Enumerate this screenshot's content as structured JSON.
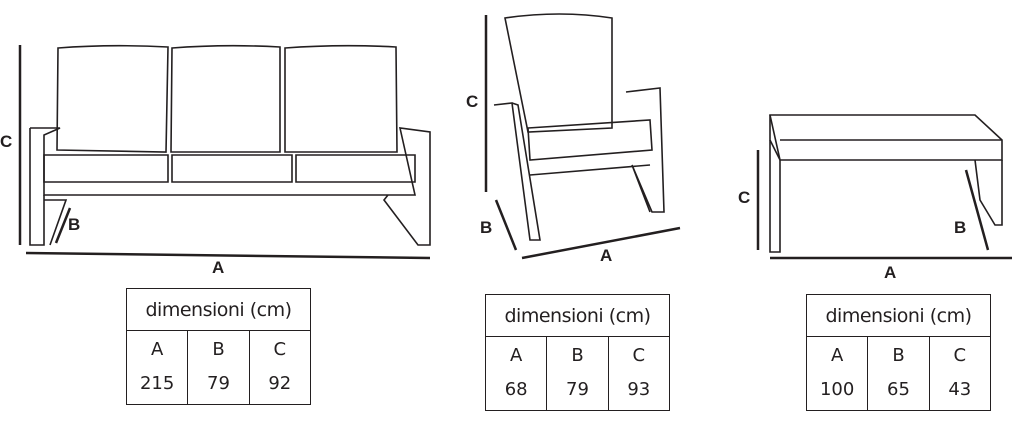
{
  "items": [
    {
      "name": "sofa",
      "labels": {
        "a": "A",
        "b": "B",
        "c": "C"
      },
      "table": {
        "title": "dimensioni (cm)",
        "headers": [
          "A",
          "B",
          "C"
        ],
        "values": [
          "215",
          "79",
          "92"
        ]
      }
    },
    {
      "name": "armchair",
      "labels": {
        "a": "A",
        "b": "B",
        "c": "C"
      },
      "table": {
        "title": "dimensioni (cm)",
        "headers": [
          "A",
          "B",
          "C"
        ],
        "values": [
          "68",
          "79",
          "93"
        ]
      }
    },
    {
      "name": "coffee-table",
      "labels": {
        "a": "A",
        "b": "B",
        "c": "C"
      },
      "table": {
        "title": "dimensioni (cm)",
        "headers": [
          "A",
          "B",
          "C"
        ],
        "values": [
          "100",
          "65",
          "43"
        ]
      }
    }
  ]
}
